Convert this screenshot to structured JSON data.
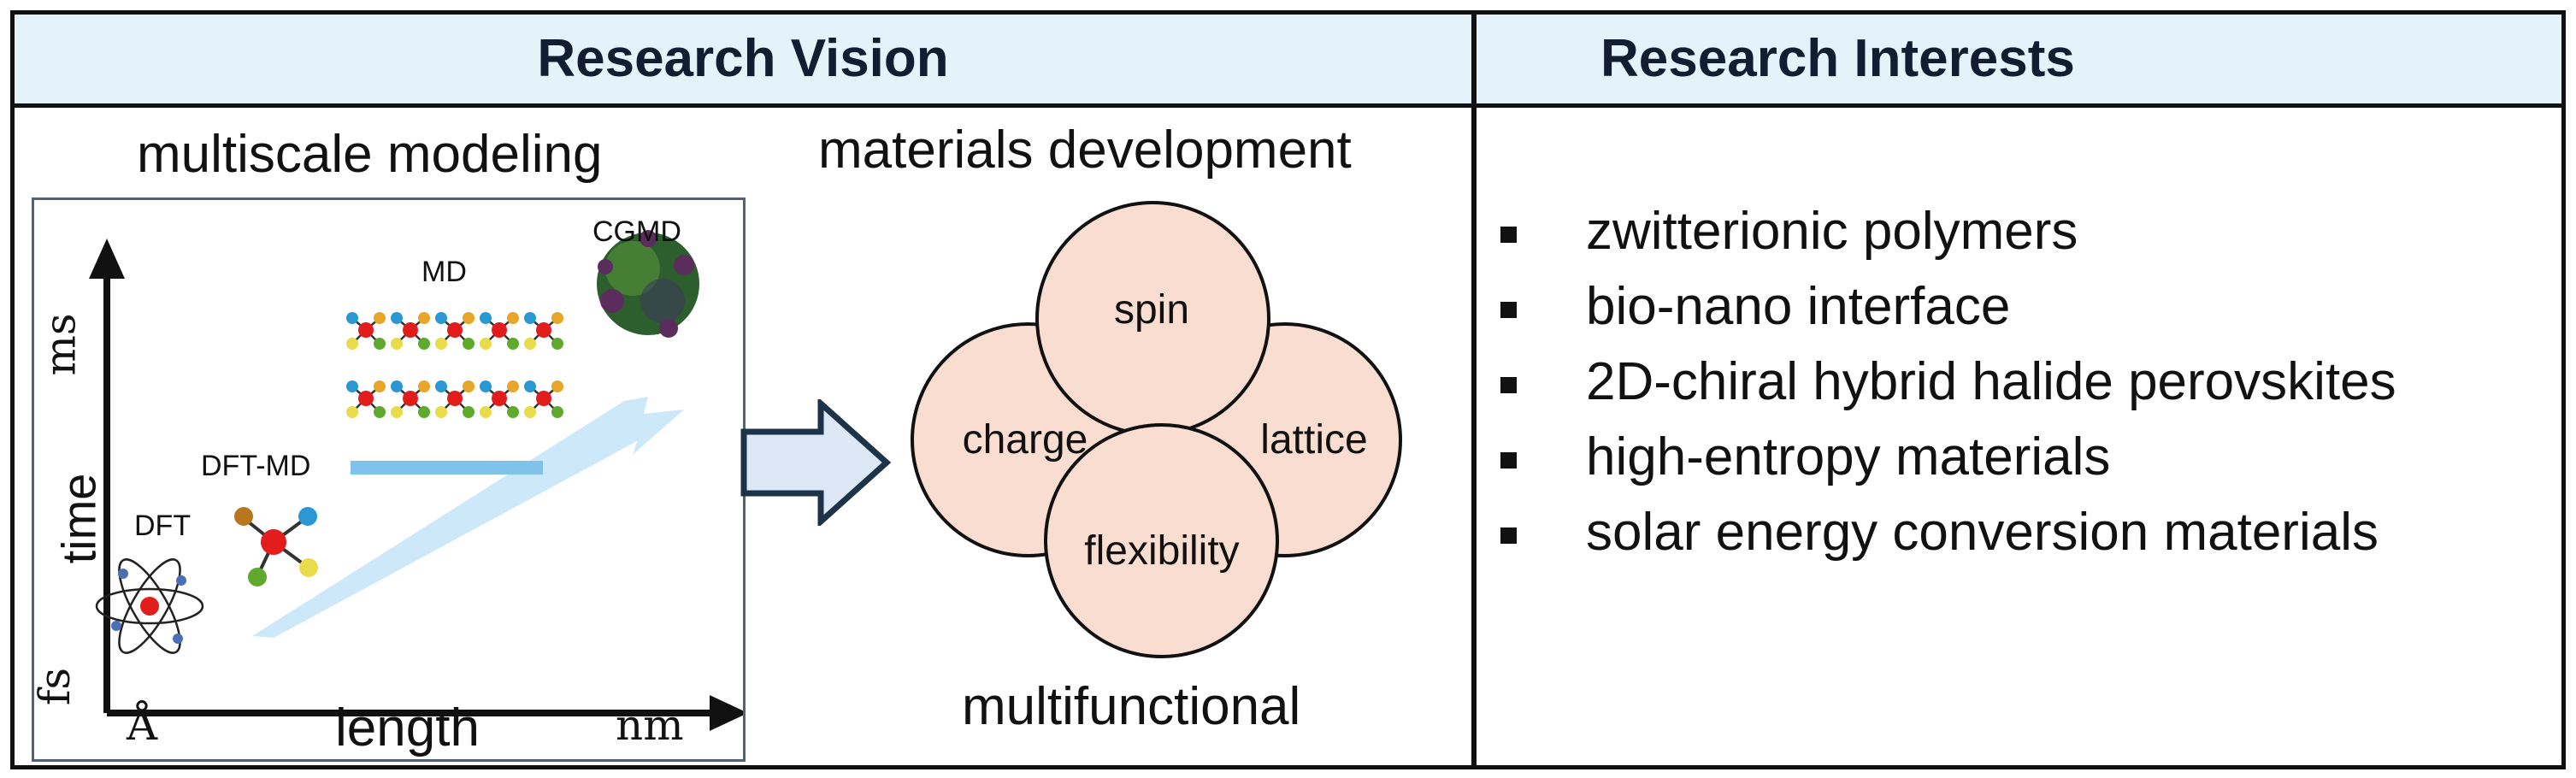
{
  "headers": {
    "vision": "Research Vision",
    "interests": "Research Interests"
  },
  "vision": {
    "multiscale_title": "multiscale modeling",
    "materials_title": "materials development",
    "multifunctional_label": "multifunctional",
    "axes": {
      "y_label": "time",
      "y_low": "fs",
      "y_high": "ms",
      "x_label": "length",
      "x_low": "Å",
      "x_high": "nm"
    },
    "methods": {
      "dft": "DFT",
      "dft_md": "DFT-MD",
      "md": "MD",
      "cgmd": "CGMD"
    },
    "properties": {
      "spin": "spin",
      "charge": "charge",
      "lattice": "lattice",
      "flexibility": "flexibility"
    }
  },
  "interests": [
    "zwitterionic polymers",
    "bio-nano interface",
    "2D-chiral hybrid halide perovskites",
    "high-entropy materials",
    "solar energy conversion materials"
  ],
  "colors": {
    "header_bg": "#e3f3f9",
    "header_text": "#121d31",
    "circle_fill": "#f9ddd0",
    "arrow_fill": "#dce8f5",
    "arrow_stroke": "#1d3347"
  }
}
